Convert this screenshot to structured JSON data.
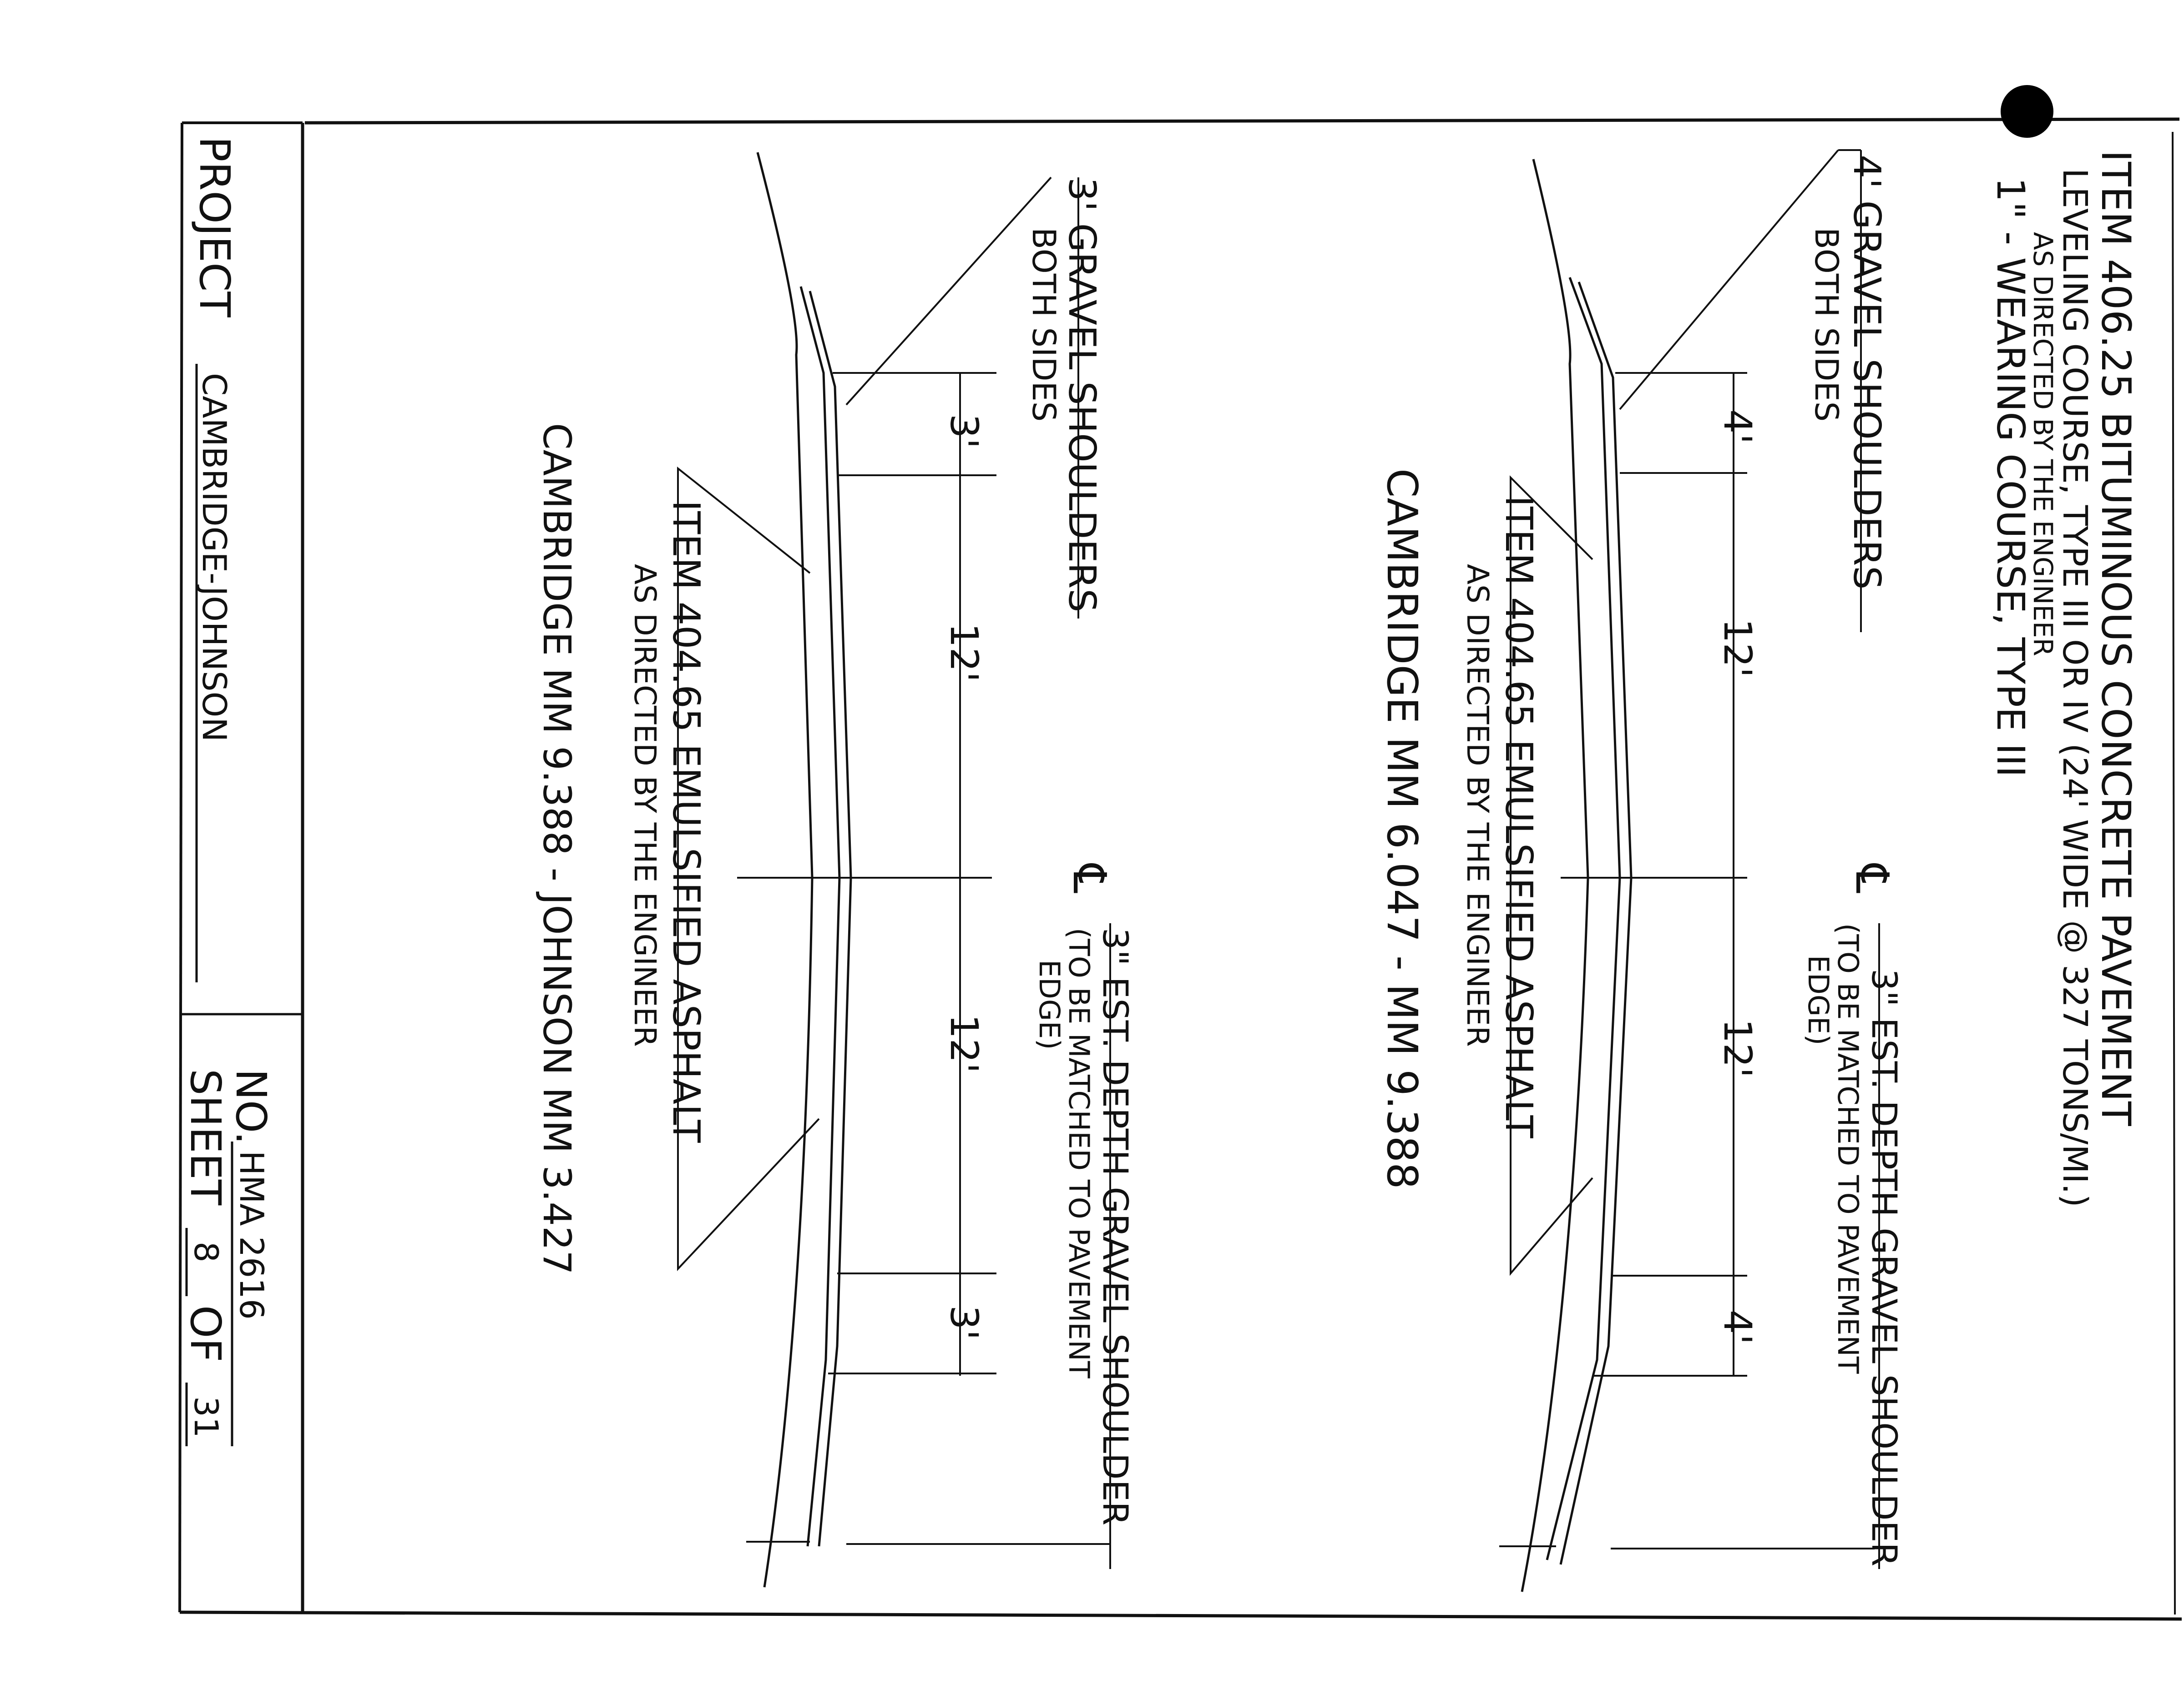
{
  "notes": {
    "item_40625_line1": "ITEM 406.25 BITUMINOUS CONCRETE PAVEMENT",
    "item_40625_line2": "LEVELING COURSE, TYPE III OR IV (24' WIDE @ 327 TONS/MI.)",
    "item_40625_line3": "AS DIRECTED BY THE ENGINEER",
    "item_40625_line4": "1\" - WEARING COURSE, TYPE III"
  },
  "section_upper": {
    "shoulder_title": "4' GRAVEL SHOULDERS",
    "shoulder_sub": "BOTH SIDES",
    "centerline": "℄",
    "depth_title": "3\" EST. DEPTH GRAVEL SHOULDER",
    "depth_sub1": "(TO BE MATCHED TO PAVEMENT",
    "depth_sub2": "EDGE)",
    "item_line1": "ITEM 404.65 EMULSIFIED ASPHALT",
    "item_line2": "AS DIRECTED BY THE ENGINEER",
    "location": "CAMBRIDGE MM 6.047 - MM 9.388",
    "dim_shoulder_left": "4'",
    "dim_lane_left": "12'",
    "dim_lane_right": "12'",
    "dim_shoulder_right": "4'"
  },
  "section_lower": {
    "shoulder_title": "3' GRAVEL SHOULDERS",
    "shoulder_sub": "BOTH SIDES",
    "centerline": "℄",
    "depth_title": "3\" EST. DEPTH GRAVEL SHOULDER",
    "depth_sub1": "(TO BE MATCHED TO PAVEMENT",
    "depth_sub2": "EDGE)",
    "item_line1": "ITEM 404.65 EMULSIFIED ASPHALT",
    "item_line2": "AS DIRECTED BY THE ENGINEER",
    "location": "CAMBRIDGE MM 9.388 - JOHNSON MM 3.427",
    "dim_shoulder_left": "3'",
    "dim_lane_left": "12'",
    "dim_lane_right": "12'",
    "dim_shoulder_right": "3'"
  },
  "title_block": {
    "project_label": "PROJECT",
    "project_value": "CAMBRIDGE-JOHNSON",
    "no_label": "NO.",
    "no_value": "HMA 2616",
    "sheet_label": "SHEET",
    "sheet_value": "8",
    "of_label": "OF",
    "of_value": "31"
  }
}
